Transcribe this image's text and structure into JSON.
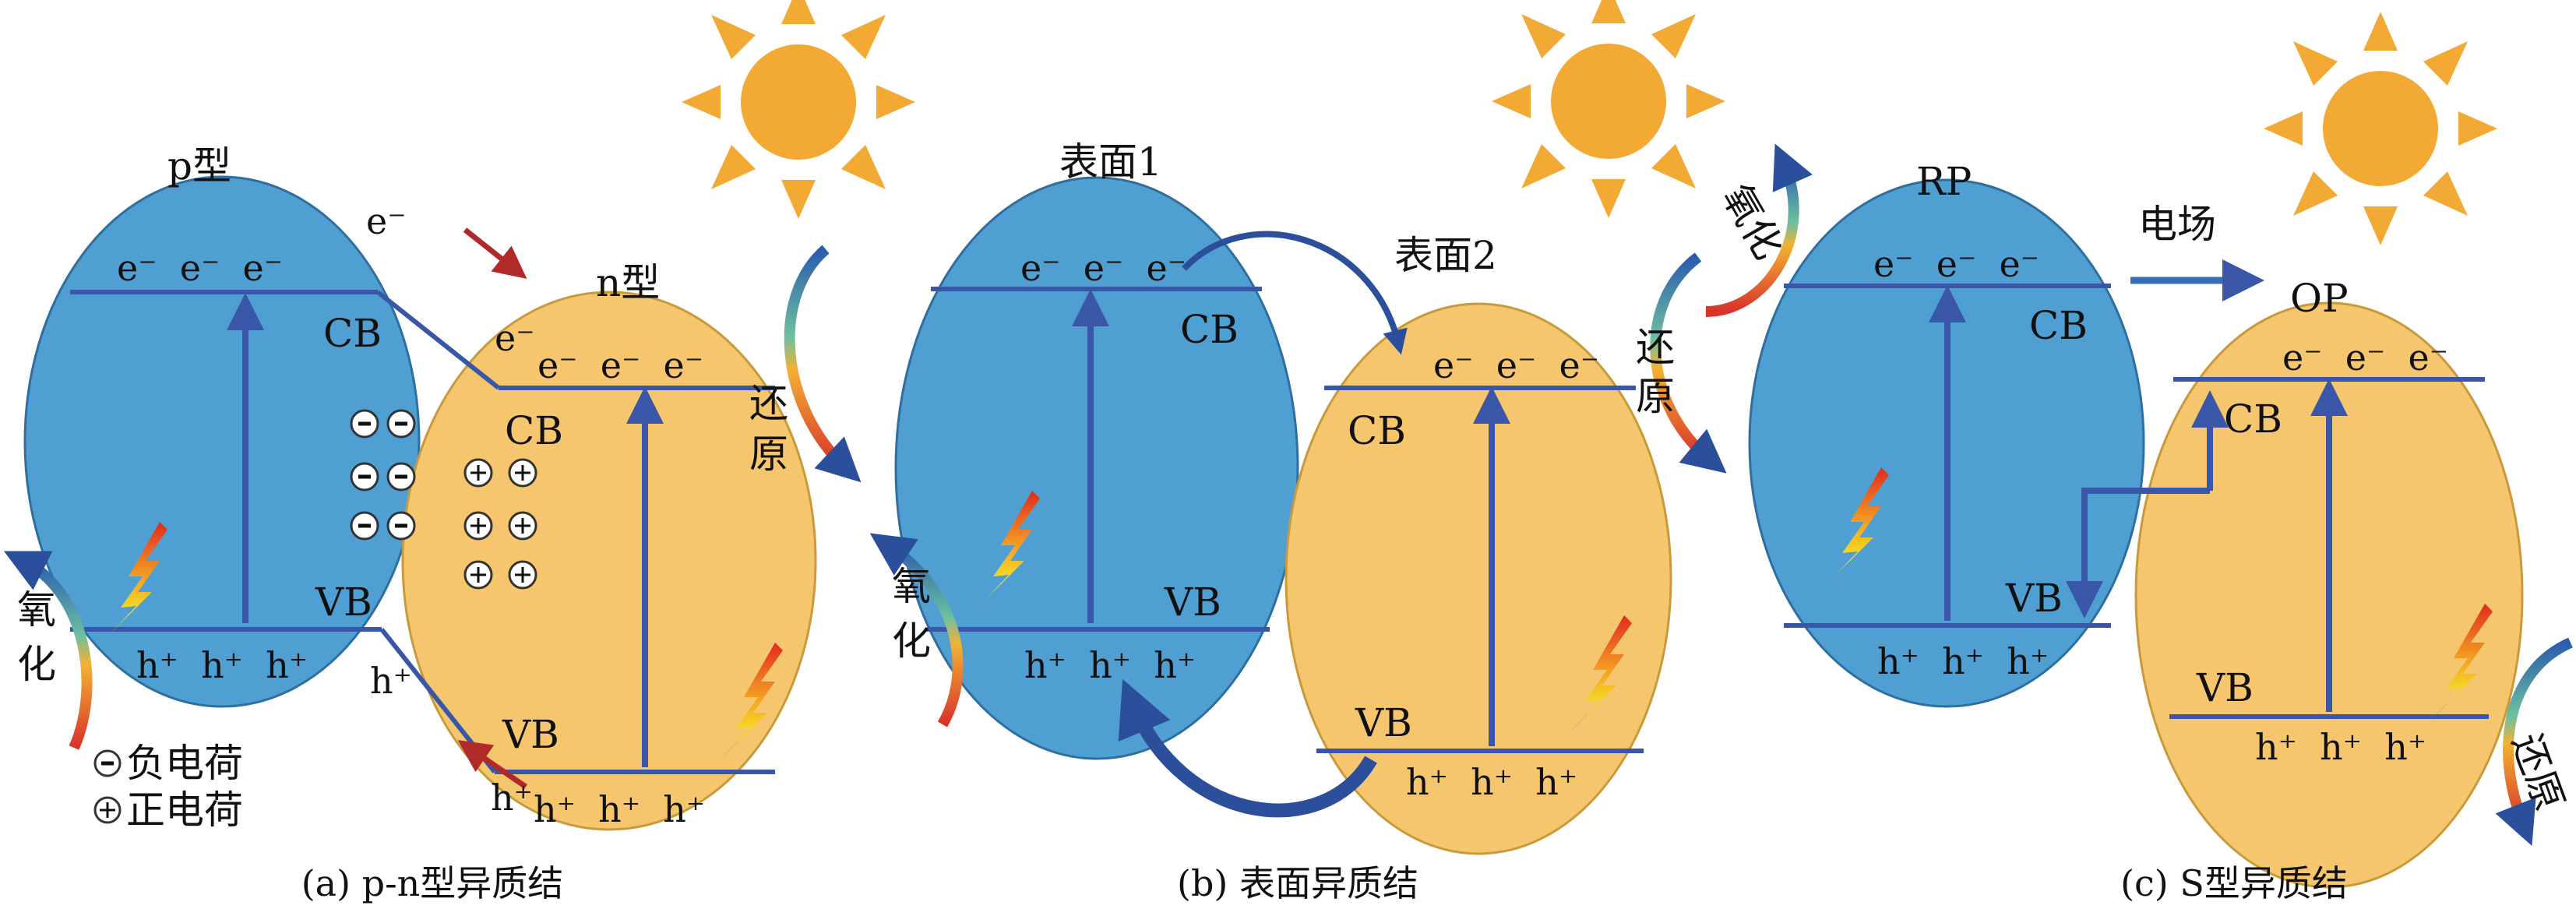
{
  "colors": {
    "p_blue": "#4f9fd3",
    "n_orange": "#f5c66e",
    "band": "#3a56a8",
    "sun": "#f2aa35",
    "transfer": "#b02a2a"
  },
  "panel_a": {
    "p_label": "p型",
    "n_label": "n型",
    "cb": "CB",
    "vb": "VB",
    "e_row": "e⁻  e⁻  e⁻",
    "h_row": "h⁺  h⁺  h⁺",
    "e_moving": "e⁻",
    "h_moving": "h⁺",
    "oxidation": [
      "氧",
      "化"
    ],
    "reduction": [
      "还",
      "原"
    ],
    "legend_neg": "负电荷",
    "legend_pos": "正电荷",
    "caption": "(a) p-n型异质结"
  },
  "panel_b": {
    "surface1": "表面1",
    "surface2": "表面2",
    "cb": "CB",
    "vb": "VB",
    "e_row": "e⁻  e⁻  e⁻",
    "h_row": "h⁺  h⁺  h⁺",
    "oxidation": [
      "氧",
      "化"
    ],
    "reduction": [
      "还",
      "原"
    ],
    "caption": "(b) 表面异质结"
  },
  "panel_c": {
    "rp": "RP",
    "op": "OP",
    "field": "电场",
    "cb": "CB",
    "vb": "VB",
    "e_row": "e⁻  e⁻  e⁻",
    "h_row": "h⁺  h⁺  h⁺",
    "oxidation": "氧化",
    "reduction": "还原",
    "caption": "(c) S型异质结"
  }
}
